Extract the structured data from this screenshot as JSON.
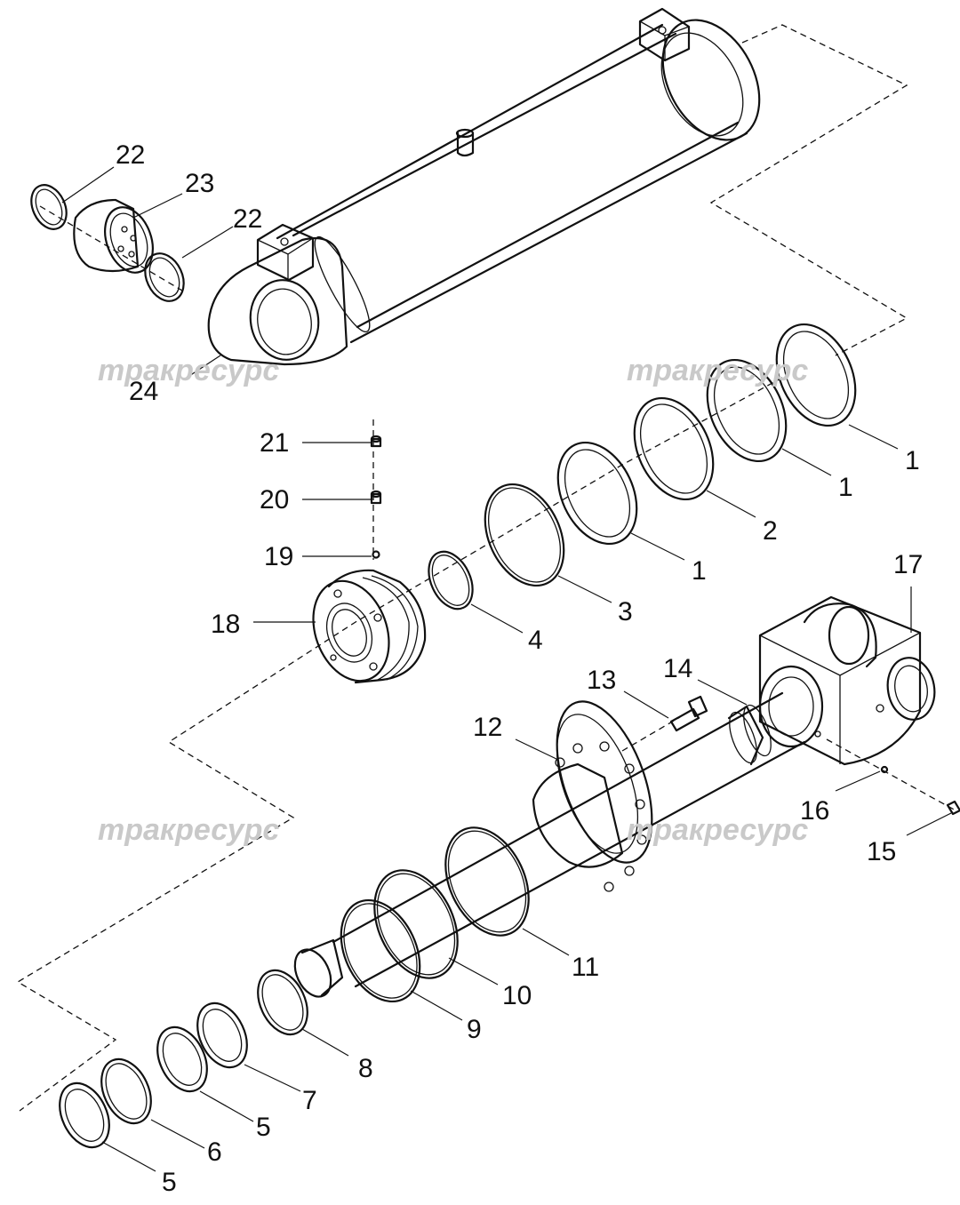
{
  "watermark": {
    "text": "трaкресурс",
    "color": "#c9c9c9"
  },
  "callouts": [
    {
      "id": "c1a",
      "number": "1"
    },
    {
      "id": "c1b",
      "number": "1"
    },
    {
      "id": "c1c",
      "number": "1"
    },
    {
      "id": "c2",
      "number": "2"
    },
    {
      "id": "c3",
      "number": "3"
    },
    {
      "id": "c4",
      "number": "4"
    },
    {
      "id": "c5a",
      "number": "5"
    },
    {
      "id": "c5b",
      "number": "5"
    },
    {
      "id": "c6",
      "number": "6"
    },
    {
      "id": "c7",
      "number": "7"
    },
    {
      "id": "c8",
      "number": "8"
    },
    {
      "id": "c9",
      "number": "9"
    },
    {
      "id": "c10",
      "number": "10"
    },
    {
      "id": "c11",
      "number": "11"
    },
    {
      "id": "c12",
      "number": "12"
    },
    {
      "id": "c13",
      "number": "13"
    },
    {
      "id": "c14",
      "number": "14"
    },
    {
      "id": "c15",
      "number": "15"
    },
    {
      "id": "c16",
      "number": "16"
    },
    {
      "id": "c17",
      "number": "17"
    },
    {
      "id": "c18",
      "number": "18"
    },
    {
      "id": "c19",
      "number": "19"
    },
    {
      "id": "c20",
      "number": "20"
    },
    {
      "id": "c21",
      "number": "21"
    },
    {
      "id": "c22a",
      "number": "22"
    },
    {
      "id": "c22b",
      "number": "22"
    },
    {
      "id": "c23",
      "number": "23"
    },
    {
      "id": "c24",
      "number": "24"
    }
  ]
}
